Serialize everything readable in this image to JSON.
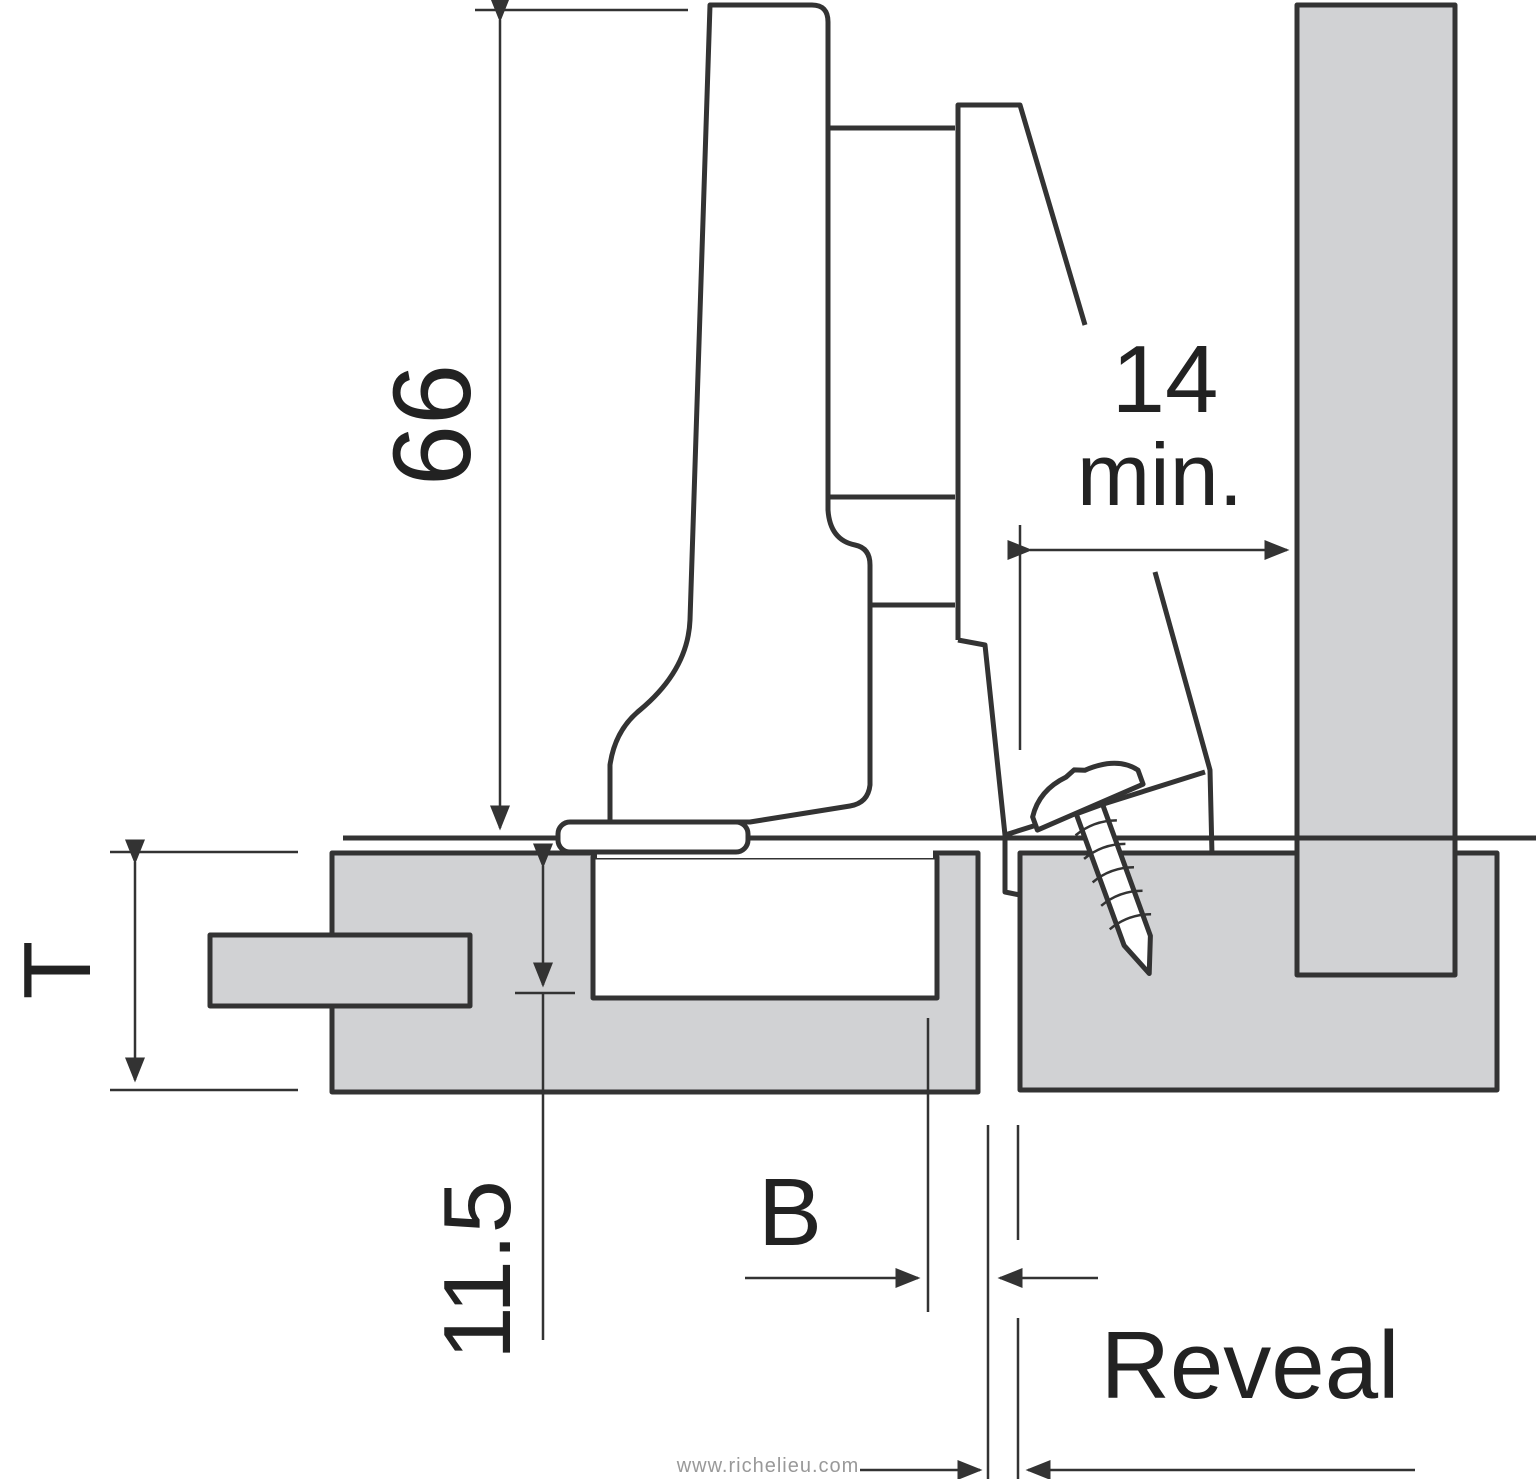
{
  "dimensions": {
    "height_label": "66",
    "clearance_value": "14",
    "clearance_suffix": "min.",
    "thickness_label": "T",
    "cup_depth_label": "11.5",
    "boring_distance_label": "B",
    "reveal_label": "Reveal"
  },
  "watermark": "www.richelieu.com",
  "colors": {
    "panel": "#d1d2d4",
    "line": "#333333"
  }
}
